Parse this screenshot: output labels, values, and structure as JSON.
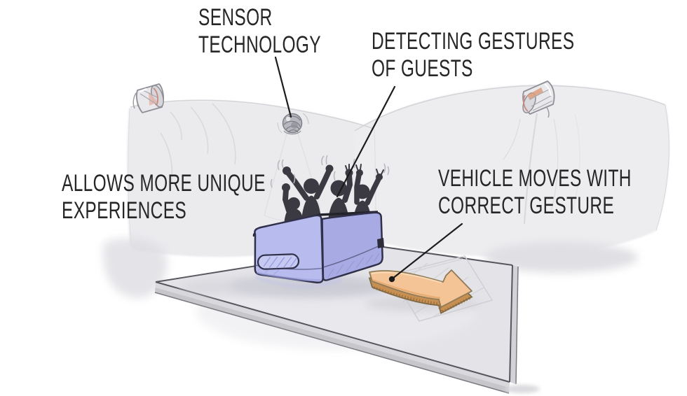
{
  "annotations": [
    {
      "id": "sensor-technology",
      "lines": [
        "SENSOR",
        "TECHNOLOGY"
      ]
    },
    {
      "id": "detecting-gestures-of-guests",
      "lines": [
        "DETECTING GESTURES",
        "OF GUESTS"
      ]
    },
    {
      "id": "allows-more-unique-experiences",
      "lines": [
        "ALLOWS MORE UNIQUE",
        "EXPERIENCES"
      ]
    },
    {
      "id": "vehicle-moves-with-correct-gesture",
      "lines": [
        "VEHICLE MOVES WITH",
        "CORRECT GESTURE"
      ]
    }
  ],
  "scene": {
    "objects": [
      "corner-sensor-left",
      "ceiling-dome-sensor",
      "corner-sensor-right",
      "projection-walls",
      "ride-platform",
      "ride-vehicle",
      "guest-silhouettes",
      "direction-arrow",
      "floor-panel-sketch"
    ],
    "guest_count": 4
  },
  "colors": {
    "background": "#ffffff",
    "ink": "#262626",
    "leader_line": "#1c1c1c",
    "wall": "#ededf0",
    "floor_top": "#e4e4e8",
    "floor_side": "#d9d9dd",
    "vehicle_body": "#b8bbee",
    "vehicle_shade": "#a8abe3",
    "vehicle_outline": "#30304a",
    "guest_silhouette": "#3b3a42",
    "arrow_top": "#f5c496",
    "arrow_side": "#c78f52",
    "sensor_body": "#e9e9ec",
    "sensor_accent": "#c98a7f"
  }
}
